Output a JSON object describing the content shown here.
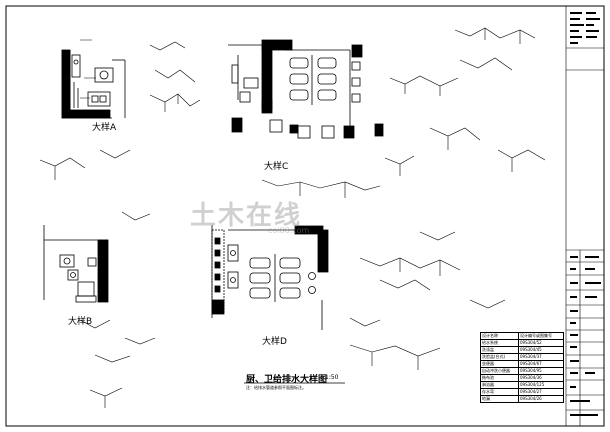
{
  "labels": {
    "plan_a": "大样A",
    "plan_b": "大样B",
    "plan_c": "大样C",
    "plan_d": "大样D"
  },
  "drawing_title": "厨、卫给排水大样图",
  "scale": "1:50",
  "note": "注：给排水管道参照平面图标注。",
  "watermark": {
    "main": "土木在线",
    "sub": "coi88.com"
  },
  "legend": {
    "header": [
      "设计名称",
      "设计编号或图集号"
    ],
    "rows": [
      [
        "给水系统",
        "09S304/52"
      ],
      [
        "洗涤盆",
        "09S304/45"
      ],
      [
        "洗脸盆(台式)",
        "09S304/37"
      ],
      [
        "坐便器",
        "09S304/67"
      ],
      [
        "自动冲洗小便器",
        "09S304/95"
      ],
      [
        "拖布池",
        "09S304/36"
      ],
      [
        "淋浴器",
        "09S304/125"
      ],
      [
        "存水弯",
        "09S304/27"
      ],
      [
        "地漏",
        "09S304/26"
      ]
    ]
  }
}
